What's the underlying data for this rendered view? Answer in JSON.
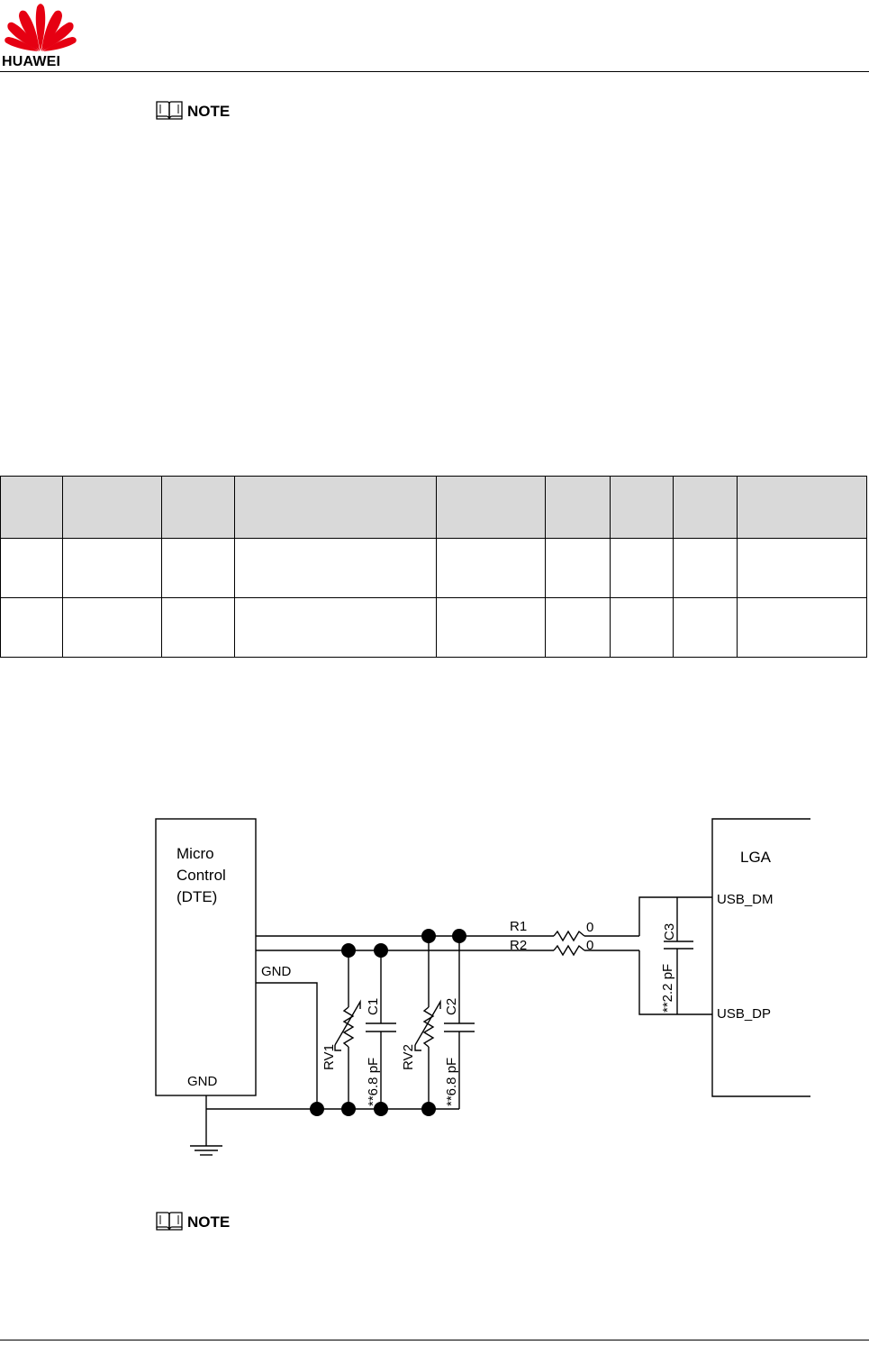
{
  "header": {
    "logo_text": "HUAWEI",
    "logo_color": "#e60012"
  },
  "notes": [
    {
      "label": "NOTE"
    },
    {
      "label": "NOTE"
    }
  ],
  "table": {
    "header_bg": "#d9d9d9",
    "columns": [
      "",
      "",
      "",
      "",
      "",
      "",
      "",
      "",
      ""
    ],
    "rows": [
      [
        "",
        "",
        "",
        "",
        "",
        "",
        "",
        "",
        ""
      ],
      [
        "",
        "",
        "",
        "",
        "",
        "",
        "",
        "",
        ""
      ]
    ]
  },
  "schematic": {
    "mcu": {
      "line1": "Micro",
      "line2": "Control",
      "line3": "(DTE)",
      "gnd_pin": "GND",
      "gnd_out": "GND"
    },
    "lga": {
      "title": "LGA",
      "pin_dm": "USB_DM",
      "pin_dp": "USB_DP"
    },
    "r1": {
      "name": "R1",
      "value": "0"
    },
    "r2": {
      "name": "R2",
      "value": "0"
    },
    "c1": {
      "name": "C1",
      "value": "**6.8 pF"
    },
    "c2": {
      "name": "C2",
      "value": "**6.8 pF"
    },
    "c3": {
      "name": "C3",
      "value": "**2.2 pF"
    },
    "rv1": {
      "name": "RV1"
    },
    "rv2": {
      "name": "RV2"
    }
  }
}
